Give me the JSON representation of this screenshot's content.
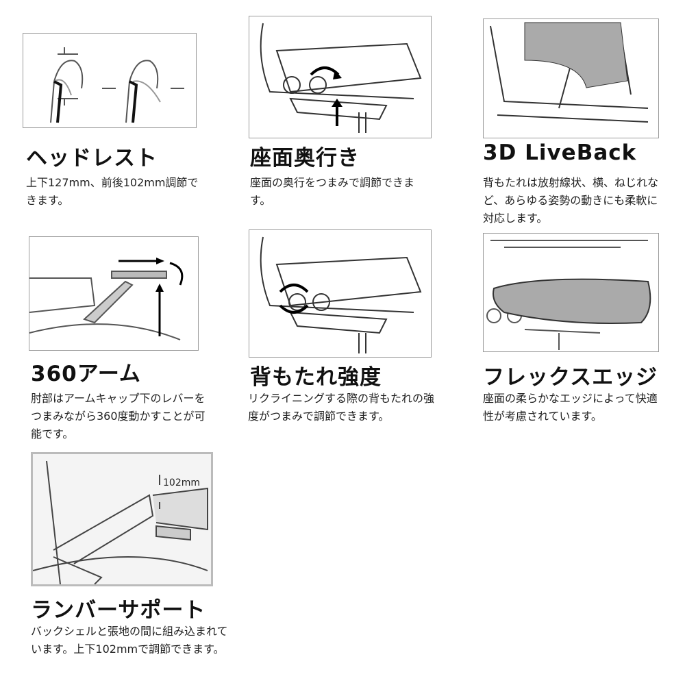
{
  "features": [
    {
      "title": "ヘッドレスト",
      "desc": "上下127mm、前後102mm調節できます。"
    },
    {
      "title": "座面奥行き",
      "desc": "座面の奥行をつまみで調節できます。"
    },
    {
      "title": "3D LiveBack",
      "desc": "背もたれは放射線状、横、ねじれなど、あらゆる姿勢の動きにも柔軟に対応します。"
    },
    {
      "title": "360アーム",
      "desc": "肘部はアームキャップ下のレバーをつまみながら360度動かすことが可能です。"
    },
    {
      "title": "背もたれ強度",
      "desc": "リクライニングする際の背もたれの強度がつまみで調節できます。"
    },
    {
      "title": "フレックスエッジ",
      "desc": "座面の柔らかなエッジによって快適性が考慮されています。"
    },
    {
      "title": "ランバーサポート",
      "desc": "バックシェルと張地の間に組み込まれています。上下102mmで調節できます。",
      "image_label": "102mm"
    }
  ]
}
